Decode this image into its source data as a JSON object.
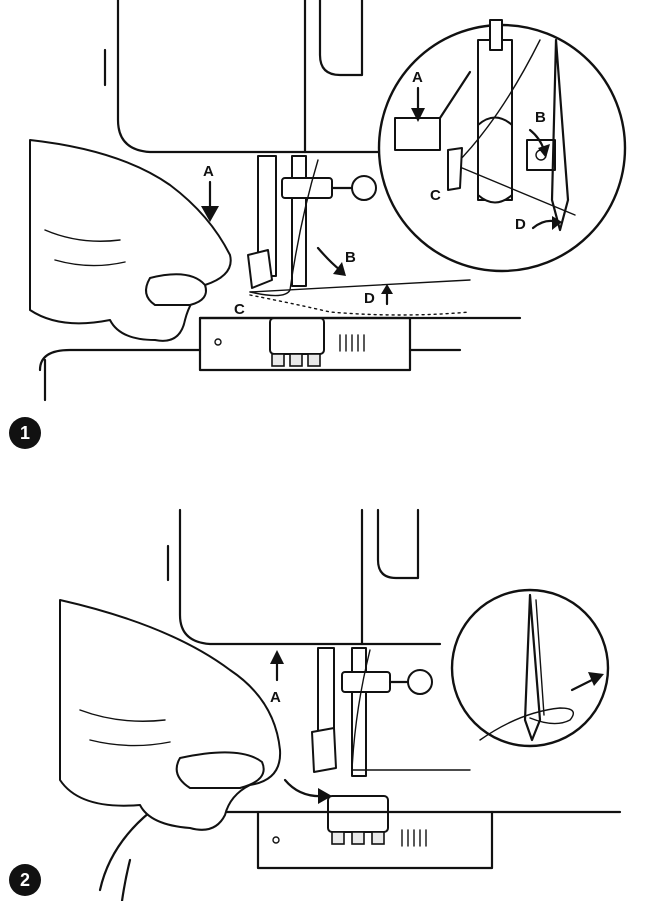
{
  "steps": [
    {
      "number": "1",
      "labels": {
        "a": "A",
        "b": "B",
        "c": "C",
        "d": "D"
      },
      "inset_labels": {
        "a": "A",
        "b": "B",
        "c": "C",
        "d": "D"
      }
    },
    {
      "number": "2",
      "labels": {
        "a": "A"
      }
    }
  ],
  "icons": [
    "arrow-down-icon",
    "arrow-up-icon",
    "curved-arrow-icon",
    "magnifier-inset-circle"
  ],
  "colors": {
    "ink": "#111111",
    "paper": "#ffffff",
    "badge": "#111111"
  }
}
